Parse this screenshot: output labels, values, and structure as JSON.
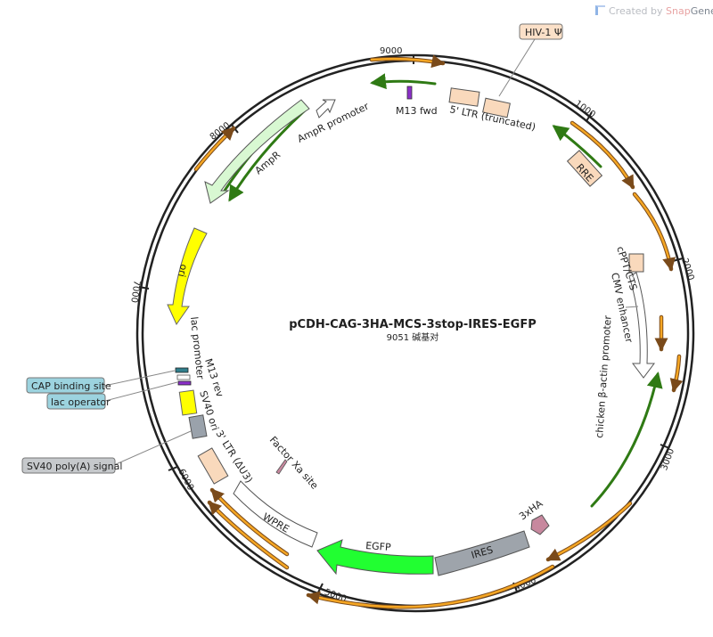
{
  "credit": {
    "prefix": "Created by",
    "brand_snap": "Snap",
    "brand_gene": "Gene"
  },
  "plasmid": {
    "name": "pCDH-CAG-3HA-MCS-3stop-IRES-EGFP",
    "length_label": "9051 碱基对",
    "length_bp": 9051
  },
  "ticks": [
    "1000",
    "2000",
    "3000",
    "4000",
    "5000",
    "6000",
    "7000",
    "8000",
    "9000"
  ],
  "features": {
    "hiv1_psi": "HIV-1 Ψ",
    "m13_fwd": "M13 fwd",
    "ltr5": "5' LTR (truncated)",
    "rre": "RRE",
    "cppt": "cPPT/CTS",
    "cmv": "CMV enhancer",
    "cba": "chicken β-actin promoter",
    "ha": "3xHA",
    "ires": "IRES",
    "egfp": "EGFP",
    "wpre": "WPRE",
    "factor_xa": "Factor Xa site",
    "ltr3": "3' LTR (ΔU3)",
    "sv40_ori": "SV40 ori",
    "m13_rev": "M13 rev",
    "lac_promoter": "lac promoter",
    "cap_site": "CAP binding site",
    "lac_operator": "lac operator",
    "sv40_polya": "SV40 poly(A) signal",
    "ori": "ori",
    "ampr": "AmpR",
    "ampr_promoter": "AmpR promoter"
  },
  "colors": {
    "primer_green": "#3e9b1f",
    "orf_orange": "#f5a623",
    "orf_brown": "#7a4a1a",
    "ltr_peach": "#f9d9bc",
    "ampr_green": "#d8f8d2",
    "ori_yellow": "#ffff00",
    "egfp_green": "#21ff31",
    "ires_gray": "#9ea4ab",
    "sv40_gray": "#9aa2ab",
    "ha_mauve": "#c7889e",
    "cap_teal": "#317f8c",
    "lac_violet": "#8b2fc9",
    "callout_blue": "#9cd3df",
    "callout_peach": "#fbe0c8",
    "callout_gray": "#c6c9cc"
  }
}
